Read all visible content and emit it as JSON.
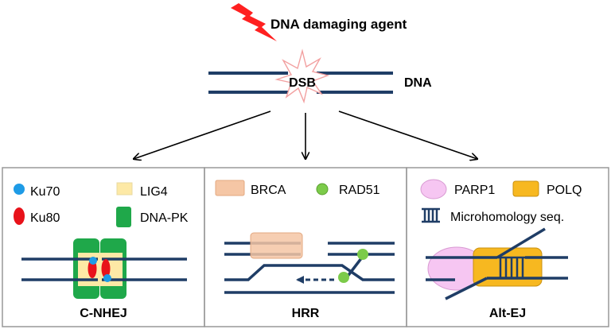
{
  "top": {
    "agent_label": "DNA damaging agent",
    "break_label": "DSB",
    "dna_label": "DNA"
  },
  "panels": [
    {
      "title": "C-NHEJ",
      "legend": [
        {
          "label": "Ku70",
          "icon": "blue-circle"
        },
        {
          "label": "Ku80",
          "icon": "red-ellipse"
        },
        {
          "label": "LIG4",
          "icon": "yellow-rect"
        },
        {
          "label": "DNA-PK",
          "icon": "green-rect"
        }
      ]
    },
    {
      "title": "HRR",
      "legend": [
        {
          "label": "BRCA",
          "icon": "peach-rect"
        },
        {
          "label": "RAD51",
          "icon": "green-circle"
        }
      ]
    },
    {
      "title": "Alt-EJ",
      "legend": [
        {
          "label": "PARP1",
          "icon": "pink-ellipse"
        },
        {
          "label": "POLQ",
          "icon": "orange-rect"
        },
        {
          "label": "Microhomology seq.",
          "icon": "striped-bars"
        }
      ]
    }
  ],
  "colors": {
    "dna_strand": "#1f3d66",
    "lightning": "#ff2020",
    "ku70": "#1e9be6",
    "ku80": "#e8121a",
    "lig4": "#fde9a6",
    "dna_pk": "#1fa84a",
    "brca": "#f5c6a5",
    "rad51": "#7ccb4a",
    "parp1": "#f6c6f2",
    "polq": "#f7b820",
    "panel_border": "#999999"
  }
}
